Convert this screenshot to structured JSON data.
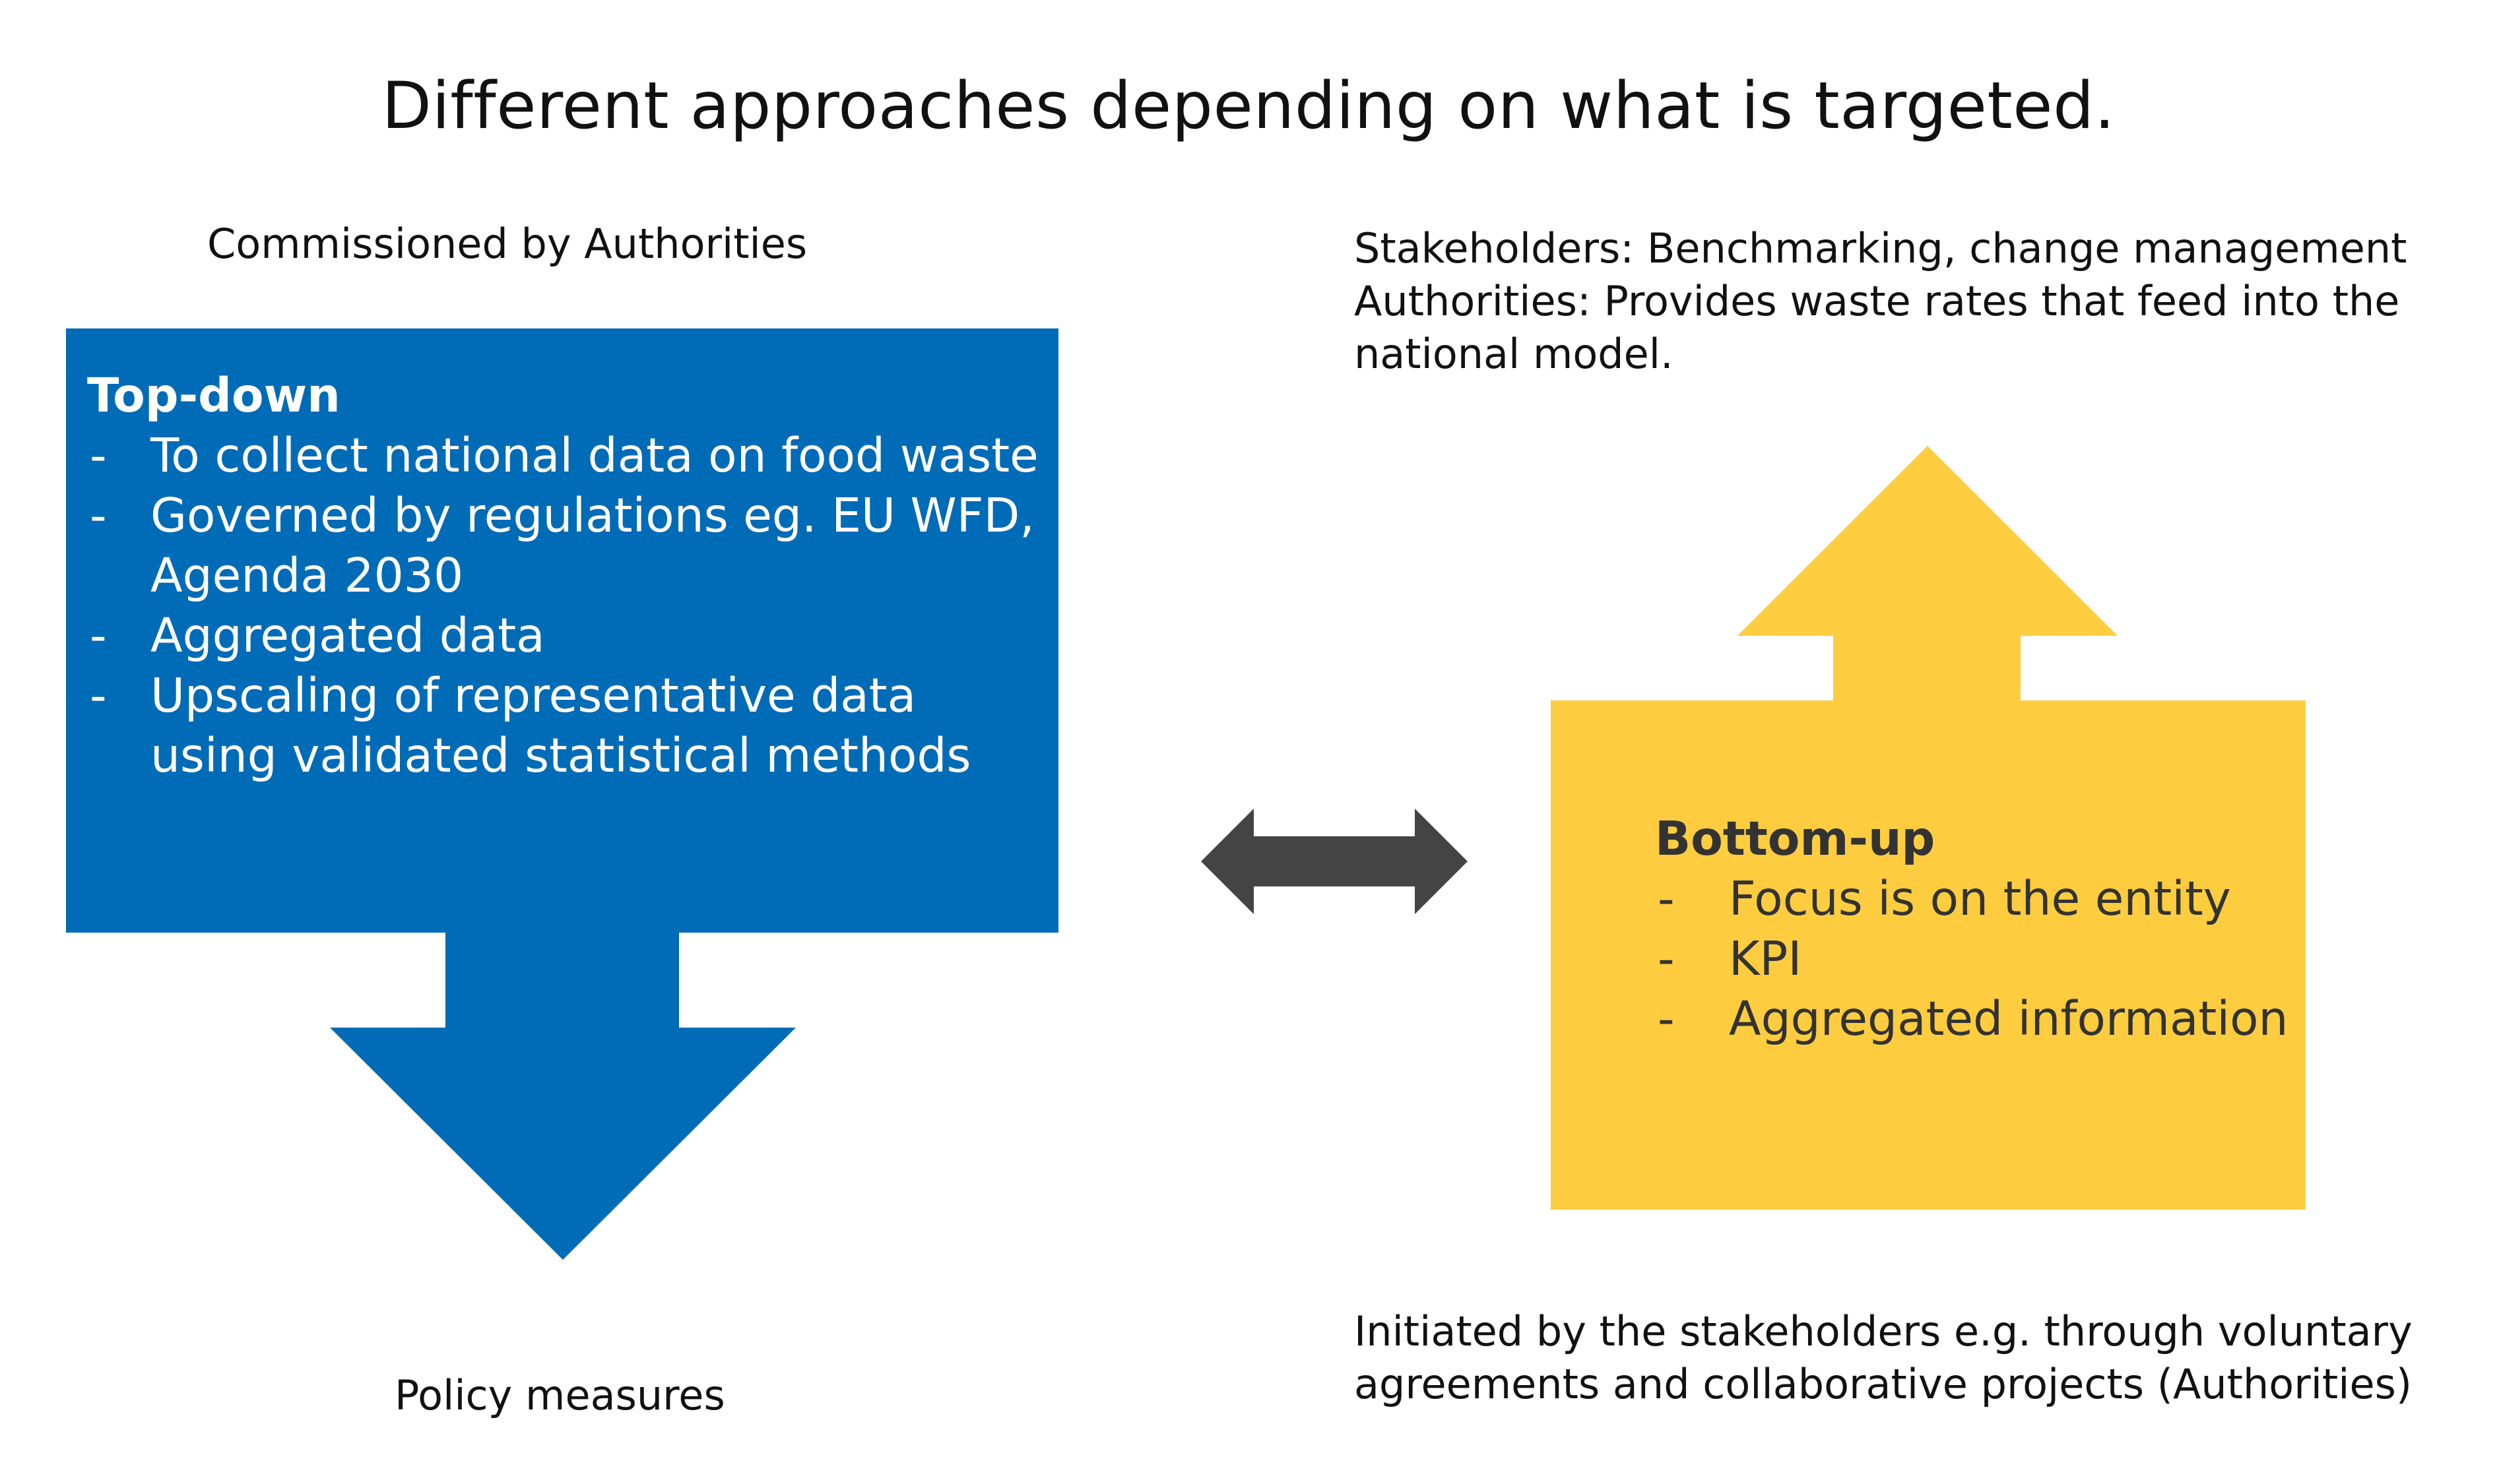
{
  "title": "Different approaches depending on what is targeted.",
  "colors": {
    "top_down_fill": "#006bb6",
    "bottom_up_fill": "#fdcd3f",
    "double_arrow_fill": "#444444",
    "top_down_text": "#ffffff",
    "bottom_up_text": "#333333"
  },
  "top_down": {
    "caption_above": "Commissioned by Authorities",
    "heading": "Top-down",
    "items": [
      "To collect national data on food waste",
      "Governed by regulations  eg. EU WFD, Agenda 2030",
      "Aggregated data",
      "Upscaling of representative data using validated statistical methods"
    ],
    "caption_below": "Policy measures"
  },
  "bottom_up": {
    "caption_above_lines": [
      "Stakeholders: Benchmarking, change management",
      "Authorities: Provides waste rates that feed into the",
      "national model."
    ],
    "heading": "Bottom-up",
    "items": [
      "Focus is on the entity",
      "KPI",
      "Aggregated information"
    ],
    "caption_below_lines": [
      "Initiated by the stakeholders e.g. through voluntary",
      "agreements and collaborative projects  (Authorities)"
    ]
  },
  "connector": {
    "icon": "double-headed-arrow-icon"
  }
}
